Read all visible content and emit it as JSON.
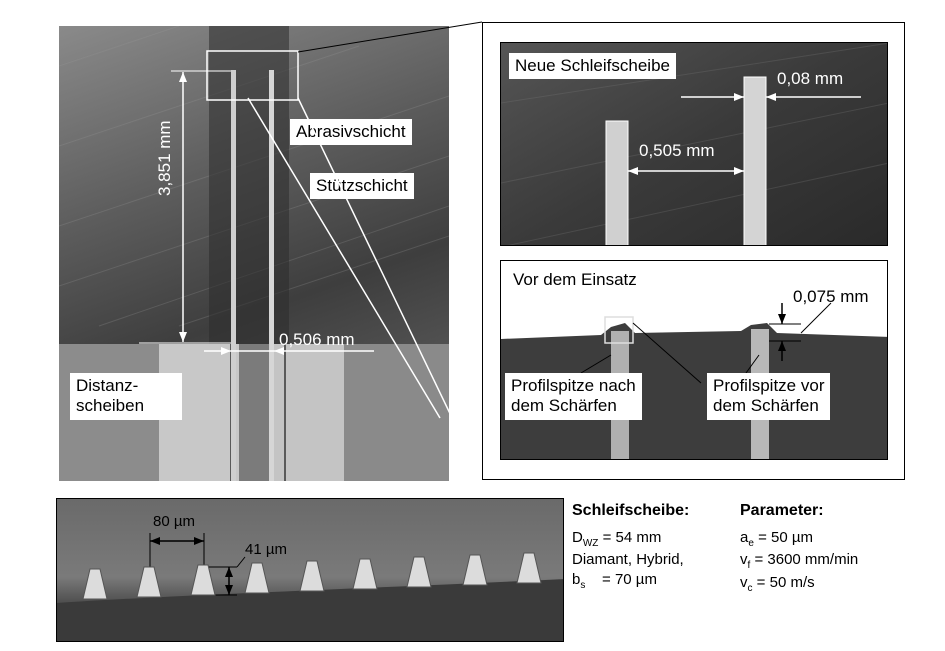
{
  "main_photo": {
    "dim_height": "3,851 mm",
    "dim_width": "0,506 mm",
    "label_abrasive": "Abrasivschicht",
    "label_support": "Stützschicht",
    "label_spacer_line1": "Distanz-",
    "label_spacer_line2": "scheiben"
  },
  "inset_top": {
    "title": "Neue Schleifscheibe",
    "dim_thickness": "0,08 mm",
    "dim_gap": "0,505 mm"
  },
  "inset_bottom": {
    "title": "Vor dem Einsatz",
    "dim_wear": "0,075 mm",
    "label_after_line1": "Profilspitze nach",
    "label_after_line2": "dem Schärfen",
    "label_before_line1": "Profilspitze vor",
    "label_before_line2": "dem Schärfen"
  },
  "bottom_photo": {
    "dim_pitch": "80 µm",
    "dim_height": "41 µm"
  },
  "wheel_info": {
    "heading": "Schleifscheibe:",
    "d_symbol": "D",
    "d_sub": "WZ",
    "d_value": "= 54 mm",
    "type": "Diamant, Hybrid,",
    "b_symbol": "b",
    "b_sub": "s",
    "b_value": "= 70 µm"
  },
  "parameters": {
    "heading": "Parameter:",
    "ae_symbol": "a",
    "ae_sub": "e",
    "ae_value": "= 50 µm",
    "vf_symbol": "v",
    "vf_sub": "f",
    "vf_value": "= 3600 mm/min",
    "vc_symbol": "v",
    "vc_sub": "c",
    "vc_value": "= 50 m/s"
  }
}
